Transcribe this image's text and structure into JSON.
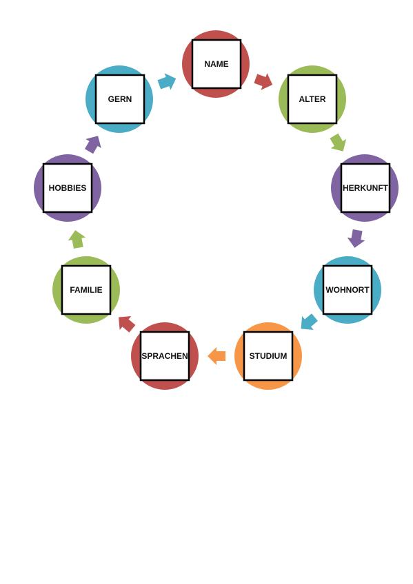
{
  "diagram": {
    "type": "cycle",
    "nodes": [
      {
        "label": "NAME",
        "color": "#c0504d"
      },
      {
        "label": "ALTER",
        "color": "#9bbb59"
      },
      {
        "label": "HERKUNFT",
        "color": "#8064a2"
      },
      {
        "label": "WOHNORT",
        "color": "#4bacc6"
      },
      {
        "label": "STUDIUM",
        "color": "#f79646"
      },
      {
        "label": "SPRACHEN",
        "color": "#c0504d"
      },
      {
        "label": "FAMILIE",
        "color": "#9bbb59"
      },
      {
        "label": "HOBBIES",
        "color": "#8064a2"
      },
      {
        "label": "GERN",
        "color": "#4bacc6"
      }
    ],
    "arrows": [
      {
        "from": "NAME",
        "to": "ALTER",
        "color": "#c0504d"
      },
      {
        "from": "ALTER",
        "to": "HERKUNFT",
        "color": "#9bbb59"
      },
      {
        "from": "HERKUNFT",
        "to": "WOHNORT",
        "color": "#8064a2"
      },
      {
        "from": "WOHNORT",
        "to": "STUDIUM",
        "color": "#4bacc6"
      },
      {
        "from": "STUDIUM",
        "to": "SPRACHEN",
        "color": "#f79646"
      },
      {
        "from": "SPRACHEN",
        "to": "FAMILIE",
        "color": "#c0504d"
      },
      {
        "from": "FAMILIE",
        "to": "HOBBIES",
        "color": "#9bbb59"
      },
      {
        "from": "HOBBIES",
        "to": "GERN",
        "color": "#8064a2"
      },
      {
        "from": "GERN",
        "to": "NAME",
        "color": "#4bacc6"
      }
    ],
    "box_border_color": "#000000",
    "box_fill_color": "#ffffff"
  }
}
